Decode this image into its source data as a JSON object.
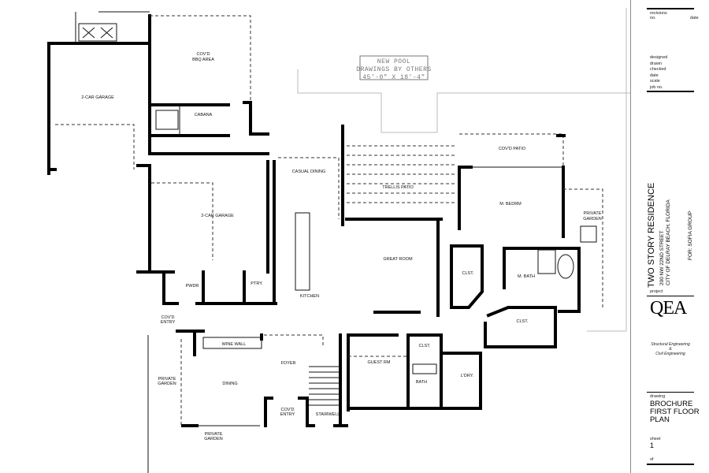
{
  "pool_note": [
    "NEW POOL",
    "DRAWINGS BY OTHERS",
    "45'-0\" X 18'-4\""
  ],
  "rooms": {
    "garage_left": "2-CAR GARAGE",
    "bbq": [
      "COV'D",
      "BBQ AREA"
    ],
    "cabana": "CABANA",
    "casual_dining": "CASUAL DINING",
    "trellis_patio": "TRELLIS PATIO",
    "covd_patio": "COV'D PATIO",
    "m_bedrm": "M. BEDRM",
    "private_garden_right": [
      "PRIVATE",
      "GARDEN"
    ],
    "garage_center": "2-CAR GARAGE",
    "great_room": "GREAT ROOM",
    "clst_a": "CLST.",
    "m_bath": "M. BATH",
    "clst_b": "CLST.",
    "kitchen": "KITCHEN",
    "pwdr": "PWDR",
    "ptry": "PTRY.",
    "covd_entry_left": [
      "COV'D",
      "ENTRY"
    ],
    "wine_wall": "WINE WALL",
    "foyer": "FOYER",
    "dining": "DINING",
    "private_garden_left": [
      "PRIVATE",
      "GARDEN"
    ],
    "private_garden_bottom": [
      "PRIVATE",
      "GARDEN"
    ],
    "covd_entry_bottom": [
      "COV'D",
      "ENTRY"
    ],
    "stairwell": "STAIRWELL",
    "guest_rm": "GUEST RM",
    "clst_c": "CLST.",
    "bath": "BATH",
    "ldry": "L'DRY."
  },
  "title_block": {
    "revisions": "revisions",
    "no": "no.",
    "date": "date",
    "fields": [
      "designed",
      "drawn",
      "checked",
      "date",
      "scale",
      "job no."
    ],
    "project_title": "TWO STORY RESIDENCE",
    "address1": "200 NW 22ND STREET",
    "address2": "CITY OF DELRAY BEACH, FLORIDA",
    "client": "FOR: SOFIA GROUP",
    "project_label": "project",
    "logo": "QEA",
    "services1": "Structural Engineering",
    "services2": "&",
    "services3": "Civil Engineering",
    "drawing_label": "drawing",
    "drawing_title": [
      "BROCHURE",
      "FIRST FLOOR",
      "PLAN"
    ],
    "sheet_label": "sheet",
    "sheet_no": "1",
    "of_label": "of"
  }
}
